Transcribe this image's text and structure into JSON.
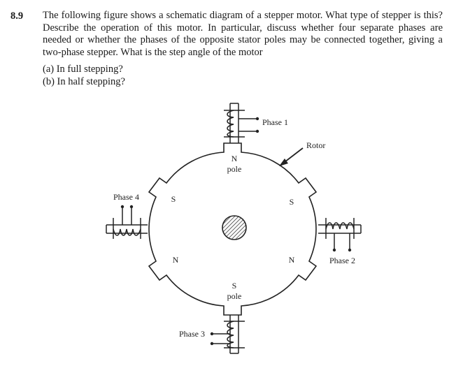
{
  "problem": {
    "number": "8.9",
    "text": "The following figure shows a schematic diagram of a stepper motor. What type of stepper is this? Describe the operation of this motor. In particular, discuss whether four separate phases are needed or whether the phases of the opposite stator poles may be connected together, giving a two-phase stepper. What is the step angle of the motor",
    "subquestions": [
      "(a) In full stepping?",
      "(b) In half stepping?"
    ]
  },
  "figure": {
    "labels": {
      "phase1": "Phase 1",
      "phase2": "Phase 2",
      "phase3": "Phase 3",
      "phase4": "Phase 4",
      "rotor": "Rotor",
      "top_pole_letter": "N",
      "top_pole_word": "pole",
      "bottom_pole_letter": "S",
      "bottom_pole_word": "pole",
      "upper_left": "S",
      "upper_right": "S",
      "lower_left": "N",
      "lower_right": "N"
    }
  }
}
